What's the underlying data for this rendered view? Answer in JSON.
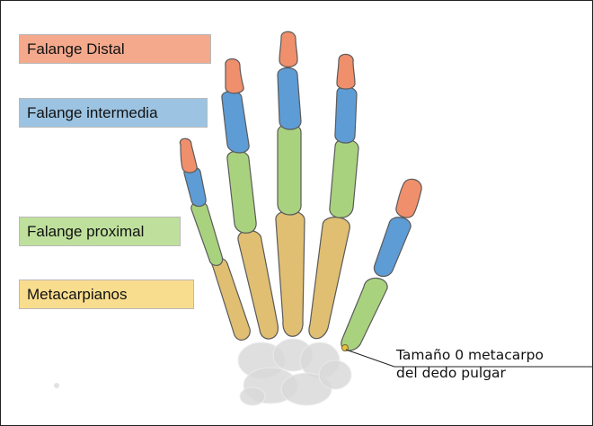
{
  "legend": {
    "distal": {
      "label": "Falange Distal",
      "color": "#F4A98C"
    },
    "intermedia": {
      "label": "Falange intermedia",
      "color": "#9CC4E2"
    },
    "proximal": {
      "label": "Falange proximal",
      "color": "#BFE09C"
    },
    "metacarpianos": {
      "label": "Metacarpianos",
      "color": "#F9DD8E"
    }
  },
  "bone_colors": {
    "distal": "#F08F6C",
    "intermedia": "#5E9CD6",
    "proximal": "#A9D27F",
    "metacarpal": "#E0BE72",
    "carpal": "#DADADA",
    "outline": "#5a5a5a"
  },
  "callout": {
    "line1": "Tamaño  0 metacarpo",
    "line2": "del dedo pulgar"
  }
}
